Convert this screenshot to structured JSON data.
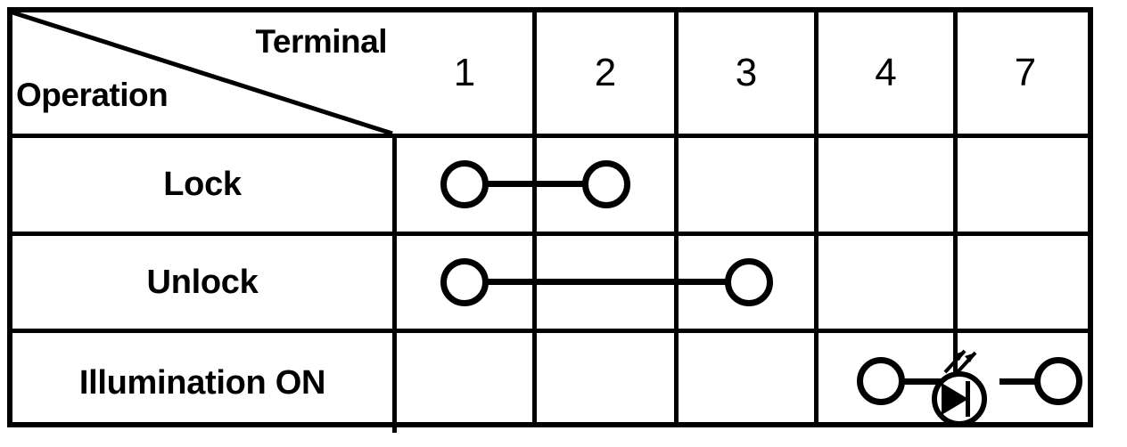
{
  "table": {
    "corner": {
      "column_axis_label": "Terminal",
      "row_axis_label": "Operation"
    },
    "column_headers": [
      "1",
      "2",
      "3",
      "4",
      "7"
    ],
    "rows": [
      {
        "label": "Lock",
        "connections": [
          {
            "from": "1",
            "to": "2",
            "type": "wire"
          }
        ],
        "nodes": [
          "1",
          "2"
        ]
      },
      {
        "label": "Unlock",
        "connections": [
          {
            "from": "1",
            "to": "3",
            "type": "wire"
          }
        ],
        "nodes": [
          "1",
          "3"
        ]
      },
      {
        "label": "Illumination ON",
        "connections": [
          {
            "from": "4",
            "to": "7",
            "type": "wire-with-led"
          }
        ],
        "nodes": [
          "4",
          "7"
        ],
        "component": "light-emitting-diode"
      }
    ]
  },
  "colors": {
    "line": "#000000",
    "background": "#ffffff",
    "text": "#000000"
  }
}
